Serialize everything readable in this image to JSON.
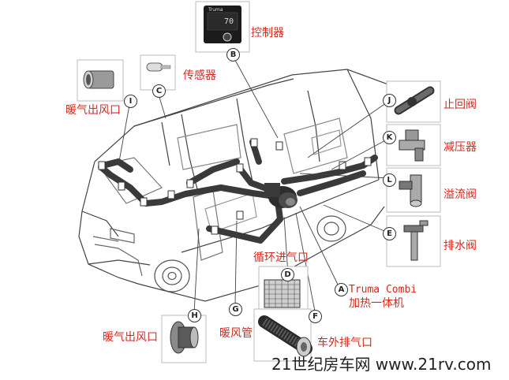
{
  "components": {
    "a": {
      "badge": "A",
      "label_line1": "Truma Combi",
      "label_line2": "加热一体机"
    },
    "b": {
      "badge": "B",
      "label": "控制器"
    },
    "c": {
      "badge": "C",
      "label": "传感器"
    },
    "d": {
      "badge": "D",
      "label": "循环进气口"
    },
    "e": {
      "badge": "E",
      "label": "排水阀"
    },
    "f": {
      "badge": "F",
      "label": "车外排气口"
    },
    "g": {
      "badge": "G",
      "label": "暖风管"
    },
    "h": {
      "badge": "H",
      "label": "暖气出风口"
    },
    "i": {
      "badge": "I",
      "label": "暖气出风口"
    },
    "j": {
      "badge": "J",
      "label": "止回阀"
    },
    "k": {
      "badge": "K",
      "label": "减压器"
    },
    "l": {
      "badge": "L",
      "label": "溢流阀"
    }
  },
  "control_panel": {
    "brand": "Truma",
    "display_value": "70"
  },
  "watermark": "21世纪房车网 www.21rv.com",
  "colors": {
    "label": "#d42a1f",
    "duct": "#3a3a3a",
    "line": "#444444"
  }
}
